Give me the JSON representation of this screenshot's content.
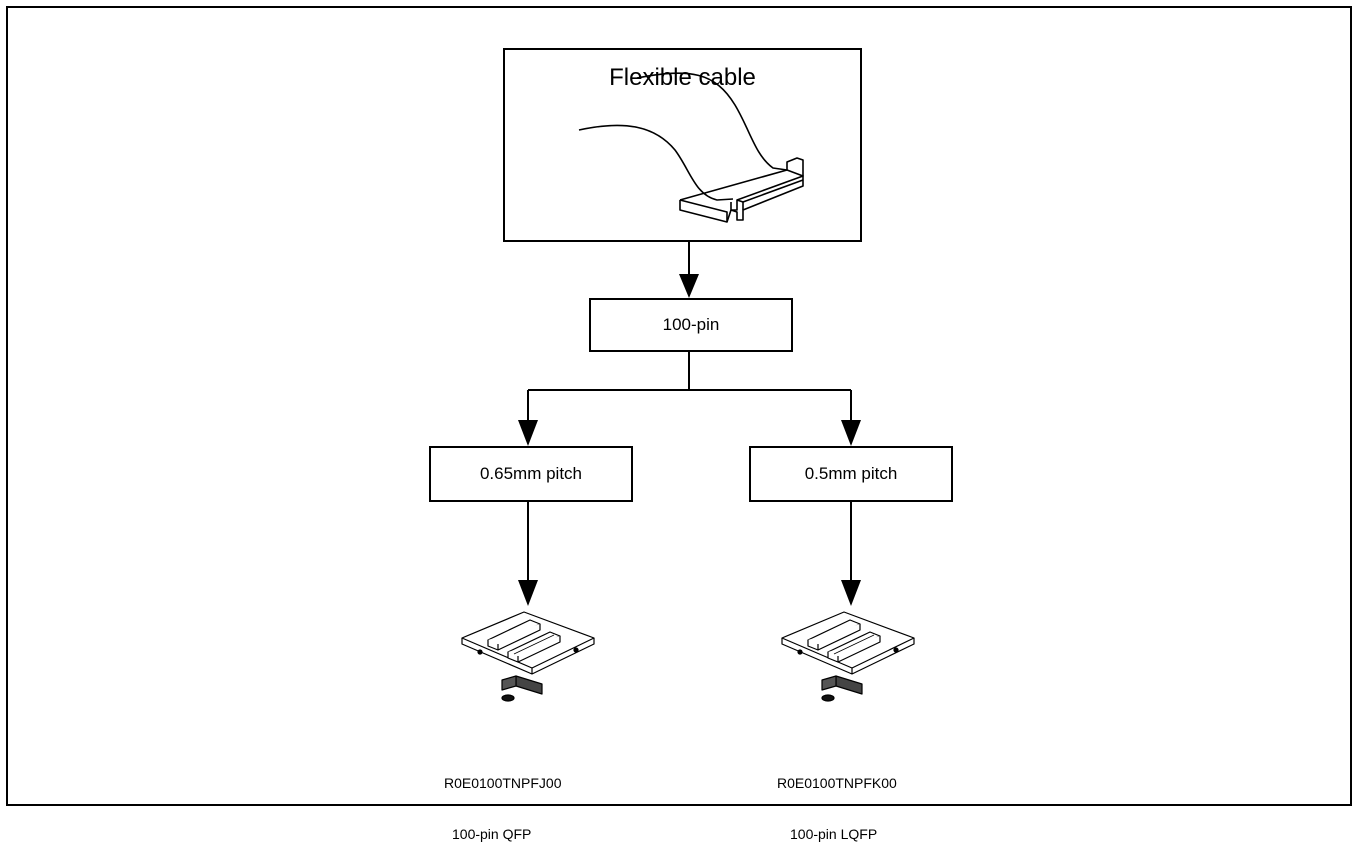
{
  "cable": {
    "title": "Flexible cable",
    "icon": "flexible-cable-icon"
  },
  "pin_box": {
    "label": "100-pin"
  },
  "pitch_left": {
    "label": "0.65mm pitch"
  },
  "pitch_right": {
    "label": "0.5mm pitch"
  },
  "board_left": {
    "icon": "adapter-board-icon",
    "part_number": "R0E0100TNPFJ00",
    "package": "100-pin QFP"
  },
  "board_right": {
    "icon": "adapter-board-icon",
    "part_number": "R0E0100TNPFK00",
    "package": "100-pin LQFP"
  }
}
